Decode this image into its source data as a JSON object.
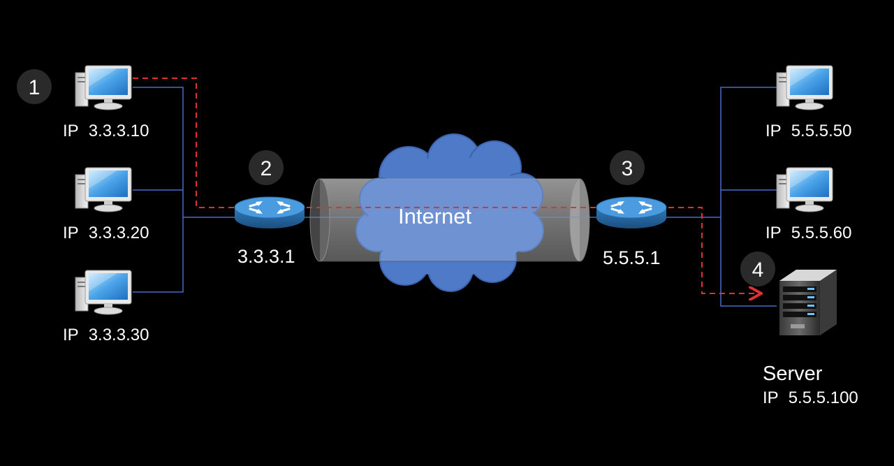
{
  "colors": {
    "background": "#000000",
    "link": "#4a6cc8",
    "path": "#e03030",
    "cloud": "#4f7ac8",
    "tunnel": "#6e6e6e",
    "badge": "#2a2a2a",
    "router": "#3f8fd0"
  },
  "badges": [
    "1",
    "2",
    "3",
    "4"
  ],
  "cloud_label": "Internet",
  "left_hosts": [
    {
      "ip_prefix": "IP",
      "ip": "3.3.3.10",
      "icon": "desktop-computer-icon"
    },
    {
      "ip_prefix": "IP",
      "ip": "3.3.3.20",
      "icon": "desktop-computer-icon"
    },
    {
      "ip_prefix": "IP",
      "ip": "3.3.3.30",
      "icon": "desktop-computer-icon"
    }
  ],
  "right_hosts": [
    {
      "ip_prefix": "IP",
      "ip": "5.5.5.50",
      "icon": "desktop-computer-icon"
    },
    {
      "ip_prefix": "IP",
      "ip": "5.5.5.60",
      "icon": "desktop-computer-icon"
    }
  ],
  "routers": [
    {
      "label": "3.3.3.1",
      "icon": "router-icon"
    },
    {
      "label": "5.5.5.1",
      "icon": "router-icon"
    }
  ],
  "server": {
    "title": "Server",
    "ip_prefix": "IP",
    "ip": "5.5.5.100",
    "icon": "server-icon"
  }
}
